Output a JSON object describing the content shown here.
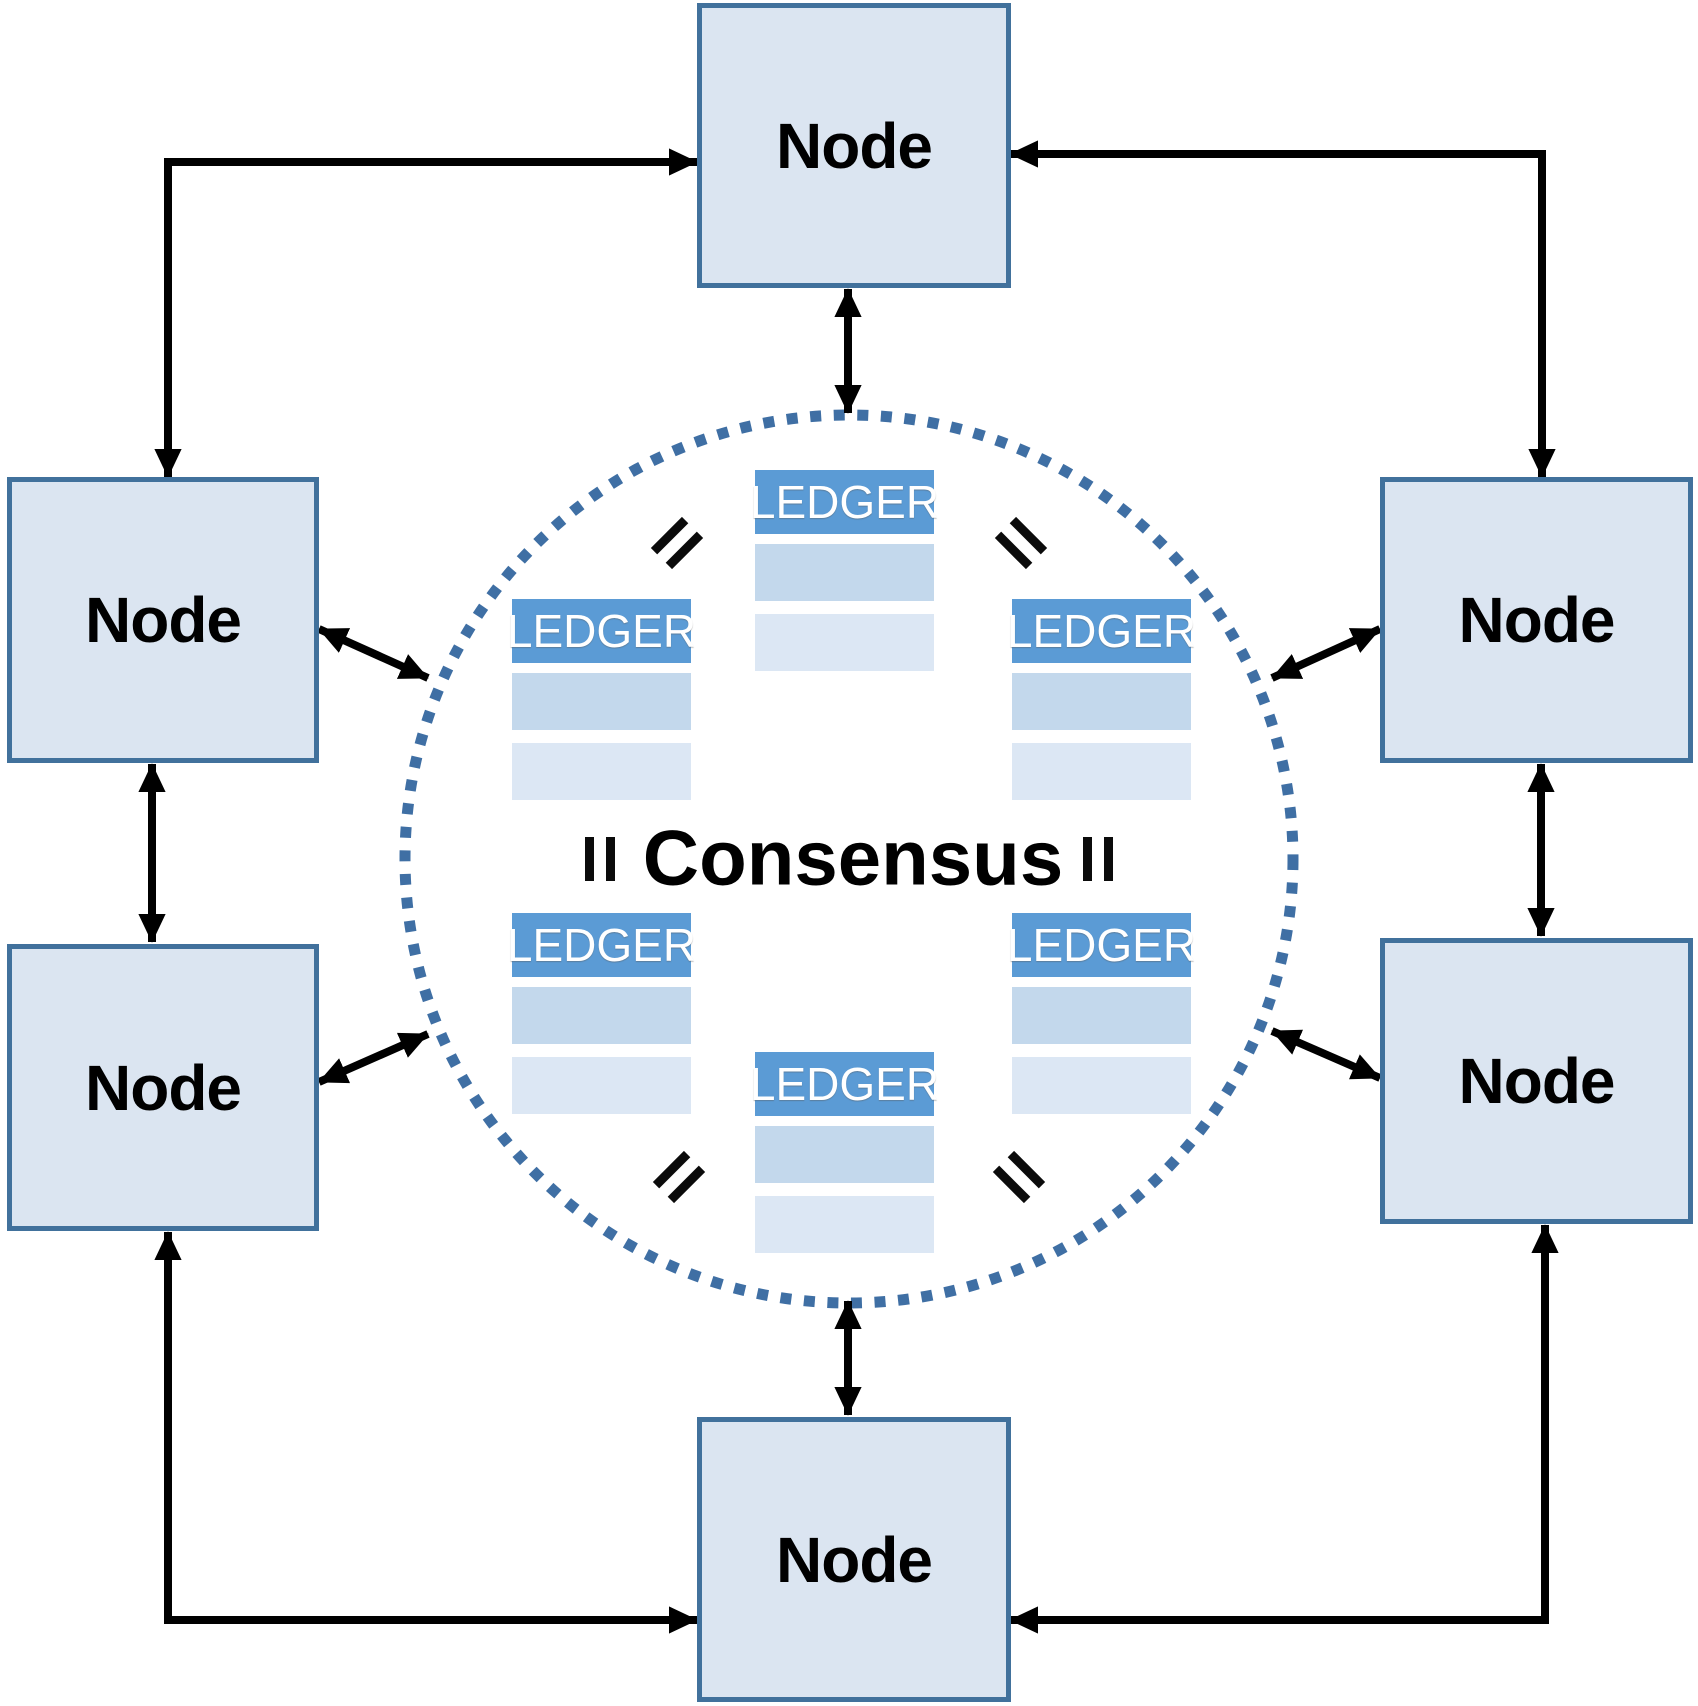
{
  "diagram": {
    "consensus_label": "Consensus",
    "equals_symbol": "=",
    "nodes": [
      {
        "position": "top-center",
        "label": "Node"
      },
      {
        "position": "left-upper",
        "label": "Node"
      },
      {
        "position": "right-upper",
        "label": "Node"
      },
      {
        "position": "left-lower",
        "label": "Node"
      },
      {
        "position": "right-lower",
        "label": "Node"
      },
      {
        "position": "bottom-center",
        "label": "Node"
      }
    ],
    "ledgers": [
      {
        "position": "top-center",
        "label": "LEDGER"
      },
      {
        "position": "mid-left",
        "label": "LEDGER"
      },
      {
        "position": "mid-right",
        "label": "LEDGER"
      },
      {
        "position": "lower-left",
        "label": "LEDGER"
      },
      {
        "position": "lower-right",
        "label": "LEDGER"
      },
      {
        "position": "bottom-center",
        "label": "LEDGER"
      }
    ],
    "colors": {
      "node_fill": "#dbe5f1",
      "node_border": "#41719c",
      "ledger_header": "#5b9bd5",
      "ledger_row_medium": "#c3d8ec",
      "ledger_row_light": "#dce7f4",
      "dotted_circle": "#3f6fa4",
      "arrow": "#000000",
      "node_text": "#000000",
      "ledger_text": "#ffffff"
    }
  }
}
